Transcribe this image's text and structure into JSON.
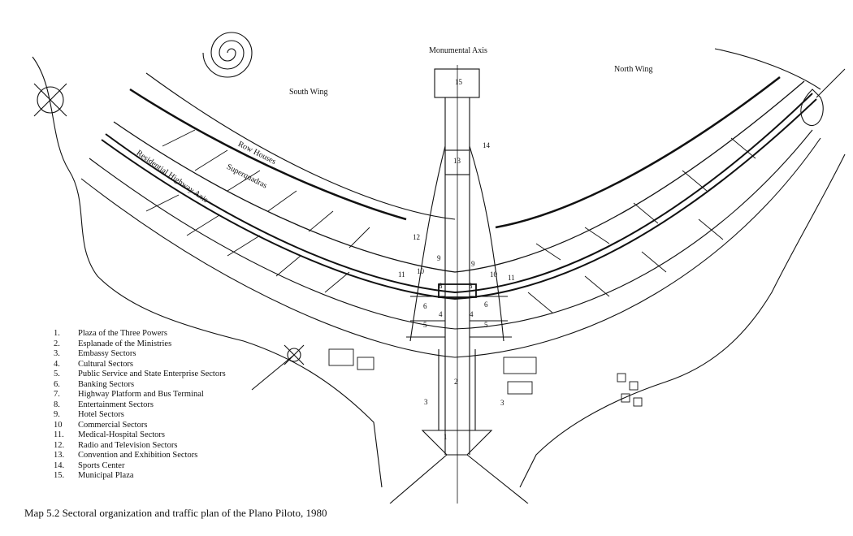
{
  "labels": {
    "monumental_axis": "Monumental Axis",
    "south_wing": "South Wing",
    "north_wing": "North Wing",
    "row_houses": "Row Houses",
    "superquadras": "Superquadras",
    "residential_highway_axis": "Residential Highway Axis"
  },
  "sector_numbers": {
    "n15": "15",
    "n14": "14",
    "n13": "13",
    "n12": "12",
    "n11a": "11",
    "n10a": "10",
    "n9a": "9",
    "n9b": "9",
    "n10b": "10",
    "n11b": "11",
    "n8a": "8",
    "n8b": "8",
    "n6a": "6",
    "n4a": "4",
    "n4b": "4",
    "n6b": "6",
    "n5a": "5",
    "n5b": "5",
    "n2": "2",
    "n3a": "3",
    "n3b": "3",
    "n1": "1"
  },
  "legend": [
    {
      "num": "1.",
      "text": "Plaza of the Three Powers"
    },
    {
      "num": "2.",
      "text": "Esplanade of the Ministries"
    },
    {
      "num": "3.",
      "text": "Embassy Sectors"
    },
    {
      "num": "4.",
      "text": "Cultural Sectors"
    },
    {
      "num": "5.",
      "text": "Public Service and State Enterprise Sectors"
    },
    {
      "num": "6.",
      "text": "Banking Sectors"
    },
    {
      "num": "7.",
      "text": "Highway Platform and Bus Terminal"
    },
    {
      "num": "8.",
      "text": "Entertainment Sectors"
    },
    {
      "num": "9.",
      "text": "Hotel Sectors"
    },
    {
      "num": "10",
      "text": "Commercial Sectors"
    },
    {
      "num": "11.",
      "text": "Medical-Hospital Sectors"
    },
    {
      "num": "12.",
      "text": "Radio and Television Sectors"
    },
    {
      "num": "13.",
      "text": "Convention and Exhibition Sectors"
    },
    {
      "num": "14.",
      "text": "Sports Center"
    },
    {
      "num": "15.",
      "text": "Municipal Plaza"
    }
  ],
  "caption": "Map 5.2 Sectoral organization and traffic plan of the Plano Piloto, 1980",
  "colors": {
    "ink": "#111111",
    "paper": "#ffffff"
  }
}
